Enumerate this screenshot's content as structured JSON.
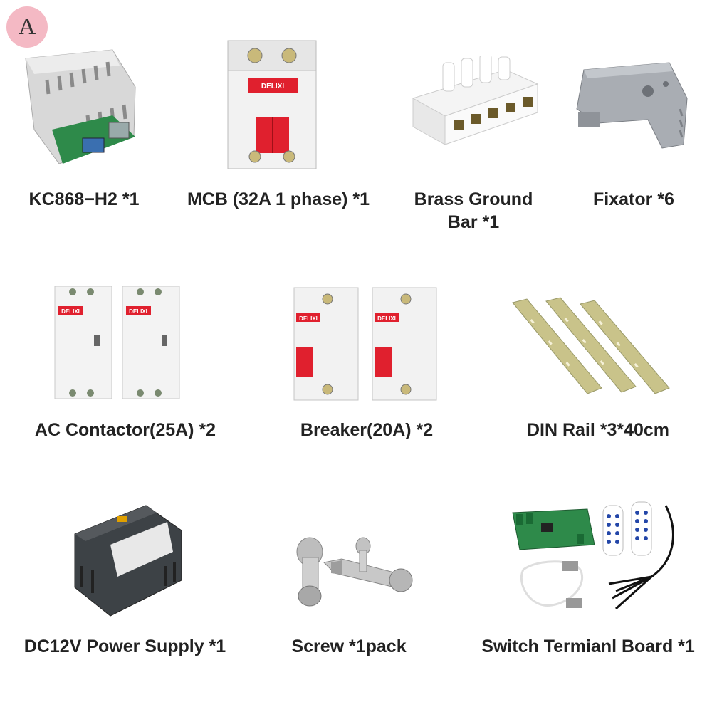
{
  "badge": "A",
  "items": [
    {
      "caption": "KC868−H2 *1",
      "icon": "controller-module-icon"
    },
    {
      "caption": "MCB (32A 1 phase) *1",
      "icon": "mcb-breaker-icon"
    },
    {
      "caption": "Brass Ground Bar *1",
      "icon": "ground-bar-icon"
    },
    {
      "caption": "Fixator *6",
      "icon": "fixator-icon"
    },
    {
      "caption": "AC Contactor(25A) *2",
      "icon": "ac-contactor-icon"
    },
    {
      "caption": "Breaker(20A) *2",
      "icon": "breaker-icon"
    },
    {
      "caption": "DIN Rail *3*40cm",
      "icon": "din-rail-icon"
    },
    {
      "caption": "DC12V Power Supply  *1",
      "icon": "power-supply-icon"
    },
    {
      "caption": "Screw *1pack",
      "icon": "screw-icon"
    },
    {
      "caption": "Switch Termianl Board *1",
      "icon": "terminal-board-icon"
    }
  ],
  "colors": {
    "badge_bg": "#f4b9c4",
    "breaker_red": "#e0202e",
    "module_gray": "#dcdcdc",
    "pcb_green": "#2e8a4a"
  }
}
